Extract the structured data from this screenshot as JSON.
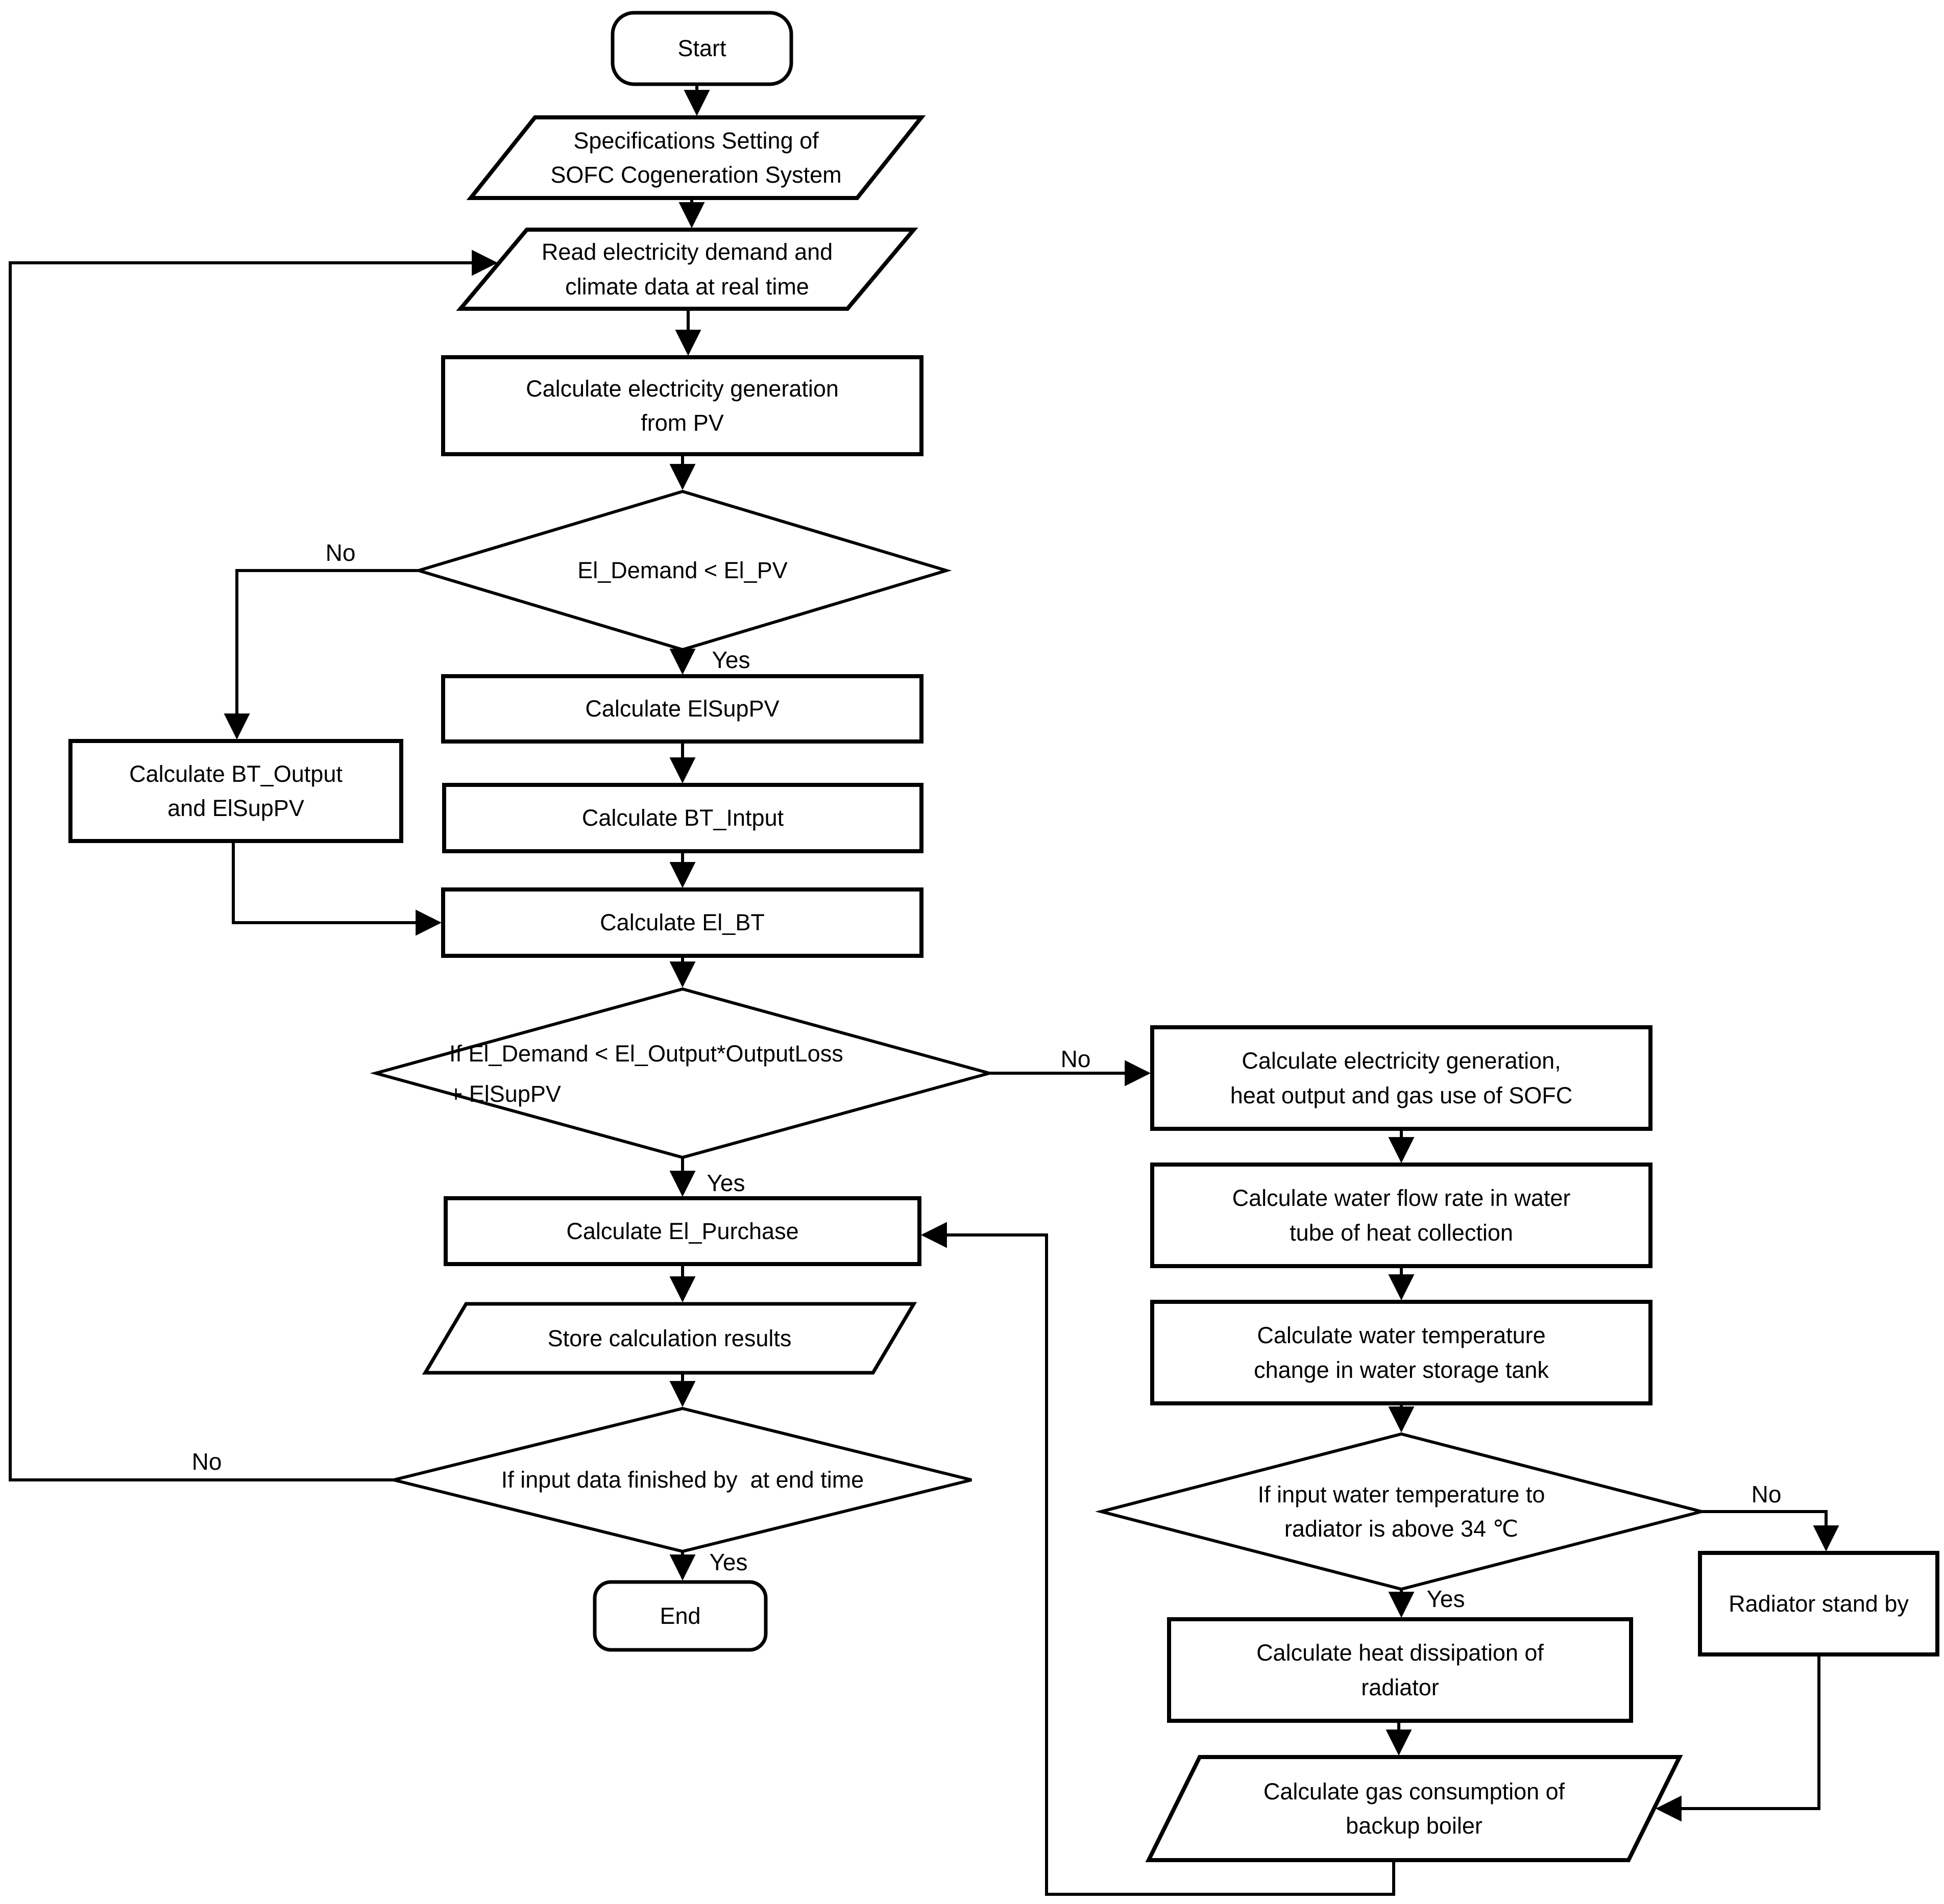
{
  "diagram": {
    "title": "SOFC Cogeneration System simulation flowchart",
    "colors": {
      "stroke": "#000000",
      "background": "#ffffff",
      "text": "#000000"
    },
    "nodes": {
      "start": {
        "shape": "terminator",
        "label": "Start"
      },
      "spec": {
        "shape": "parallelogram",
        "label": "Specifications Setting of\nSOFC Cogeneration System"
      },
      "read": {
        "shape": "parallelogram",
        "label": "Read electricity demand and\nclimate data at real time"
      },
      "calc_pv": {
        "shape": "process",
        "label": "Calculate electricity generation\nfrom PV"
      },
      "d_demand_pv": {
        "shape": "decision",
        "label": "El_Demand < El_PV"
      },
      "calc_elsuppv": {
        "shape": "process",
        "label": "Calculate ElSupPV"
      },
      "calc_bt_out": {
        "shape": "process",
        "label": "Calculate BT_Output\nand ElSupPV"
      },
      "calc_bt_in": {
        "shape": "process",
        "label": "Calculate BT_Intput"
      },
      "calc_el_bt": {
        "shape": "process",
        "label": "Calculate El_BT"
      },
      "d_output": {
        "shape": "decision",
        "label": "If El_Demand < El_Output*OutputLoss\n+ ElSupPV"
      },
      "calc_purchase": {
        "shape": "process",
        "label": "Calculate El_Purchase"
      },
      "store": {
        "shape": "parallelogram",
        "label": "Store calculation results"
      },
      "d_finished": {
        "shape": "decision",
        "label": "If input data finished by  at end time"
      },
      "end": {
        "shape": "terminator",
        "label": "End"
      },
      "calc_sofc": {
        "shape": "process",
        "label": "Calculate electricity generation,\nheat output and gas use of SOFC"
      },
      "calc_flow": {
        "shape": "process",
        "label": "Calculate water flow rate in water\ntube of heat collection"
      },
      "calc_temp": {
        "shape": "process",
        "label": "Calculate water temperature\nchange in water storage tank"
      },
      "d_radiator": {
        "shape": "decision",
        "label": "If input water temperature to\nradiator is above 34 ℃"
      },
      "calc_heat": {
        "shape": "process",
        "label": "Calculate heat dissipation of\nradiator"
      },
      "calc_gas": {
        "shape": "parallelogram",
        "label": "Calculate gas consumption of\nbackup boiler"
      },
      "radiator_sb": {
        "shape": "process",
        "label": "Radiator stand by"
      }
    },
    "edge_labels": {
      "d1_no": "No",
      "d1_yes": "Yes",
      "d2_no": "No",
      "d2_yes": "Yes",
      "d3_no": "No",
      "d3_yes": "Yes",
      "d4_no": "No",
      "d4_yes": "Yes"
    }
  }
}
